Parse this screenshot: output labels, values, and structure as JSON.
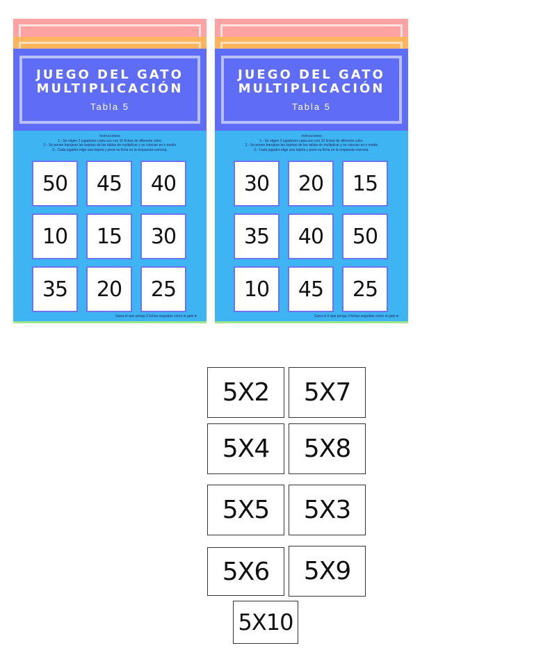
{
  "boards": [
    {
      "title_line1": "JUEGO DEL GATO",
      "title_line2": "MULTIPLICACIÓN",
      "subtitle": "Tabla 5",
      "instructions_title": "Instrucciones",
      "instructions": [
        "1.- Se eligen 2 jugadores cada uno con 10 fichas de diferente color.",
        "2.- Se ponen barajean las tarjetas de las tablas de multiplicar y se colocan en n medio",
        "3.- Cada jugador elige una tarjeta y pone su ficha en la respuesta correcta."
      ],
      "cells": [
        "50",
        "45",
        "40",
        "10",
        "15",
        "30",
        "35",
        "20",
        "25"
      ],
      "footer": "Gana el  que ponga 3 fichas seguidas como el gato ♥"
    },
    {
      "title_line1": "JUEGO DEL GATO",
      "title_line2": "MULTIPLICACIÓN",
      "subtitle": "Tabla 5",
      "instructions_title": "Instrucciones",
      "instructions": [
        "1.- Se eligen 2 jugadores cada uno con 10 fichas de diferente color.",
        "2.- Se ponen barajean las tarjetas de las tablas de multiplicar y se colocan en n medio",
        "3.- Cada jugador elige una tarjeta y pone su ficha en la respuesta correcta."
      ],
      "cells": [
        "30",
        "20",
        "15",
        "35",
        "40",
        "50",
        "10",
        "45",
        "25"
      ],
      "footer": "Gana el 5 que ponga 3 fichas seguidas como el gato ♥"
    }
  ],
  "cards": [
    "5X2",
    "5X7",
    "5X4",
    "5X8",
    "5X5",
    "5X3",
    "5X6",
    "5X9",
    "5X10"
  ],
  "colors": {
    "board_bg": "#3fb4f2",
    "header_bg": "#5e6cf6",
    "stripe_pink": "#ffa2a2",
    "stripe_orange": "#ffb45e",
    "cell_border": "#6b74f0"
  }
}
